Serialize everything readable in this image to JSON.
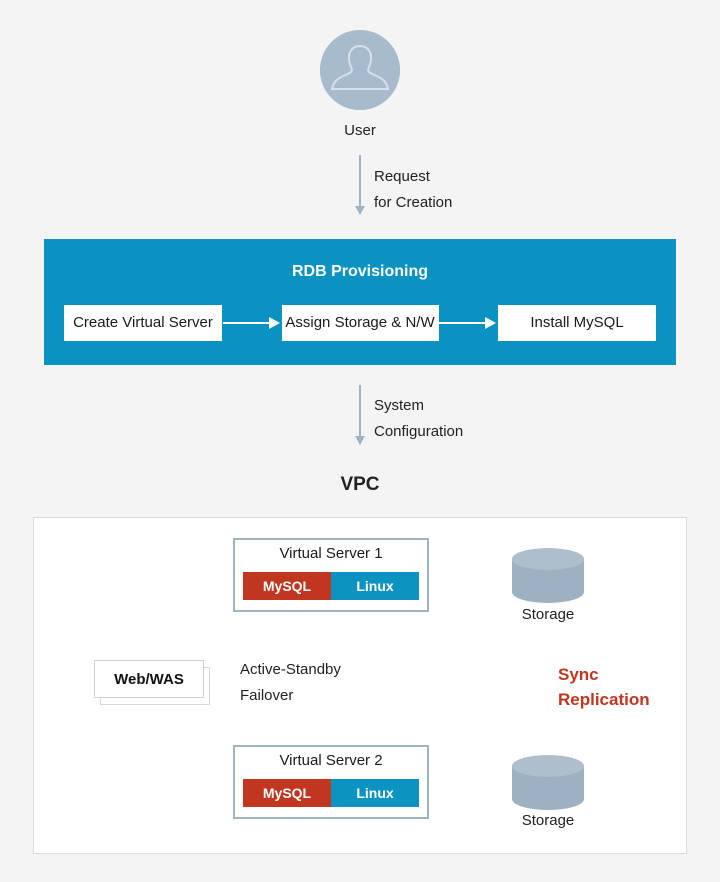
{
  "colors": {
    "background": "#f4f4f4",
    "brand_blue": "#0a93c2",
    "mysql_red": "#c1361f",
    "linux_blue": "#0d93c2",
    "storage_gray_blue": "#9db1c3",
    "connector_gray": "#9fb3c4",
    "sync_red": "#c1361f"
  },
  "user": {
    "label": "User",
    "icon": "user-avatar-icon"
  },
  "flow_request": {
    "label": "Request\nfor Creation",
    "icon": "arrow-down-icon"
  },
  "rdb": {
    "title": "RDB Provisioning",
    "steps": [
      {
        "label": "Create Virtual Server"
      },
      {
        "label": "Assign Storage & N/W"
      },
      {
        "label": "Install MySQL"
      }
    ],
    "step_arrow_icon": "arrow-right-icon"
  },
  "flow_config": {
    "label": "System\nConfiguration",
    "icon": "arrow-down-icon"
  },
  "vpc": {
    "title": "VPC",
    "web_was": {
      "label": "Web/WAS"
    },
    "failover_label": "Active-Standby\nFailover",
    "sync_label": "Sync\nReplication",
    "sync_icon": "double-arrow-vertical-icon",
    "servers": [
      {
        "title": "Virtual Server 1",
        "badges": [
          {
            "label": "MySQL"
          },
          {
            "label": "Linux"
          }
        ],
        "storage": {
          "label": "Storage",
          "icon": "database-cylinder-icon"
        },
        "link_style": "solid"
      },
      {
        "title": "Virtual Server 2",
        "badges": [
          {
            "label": "MySQL"
          },
          {
            "label": "Linux"
          }
        ],
        "storage": {
          "label": "Storage",
          "icon": "database-cylinder-icon"
        },
        "link_style": "dashed"
      }
    ]
  }
}
